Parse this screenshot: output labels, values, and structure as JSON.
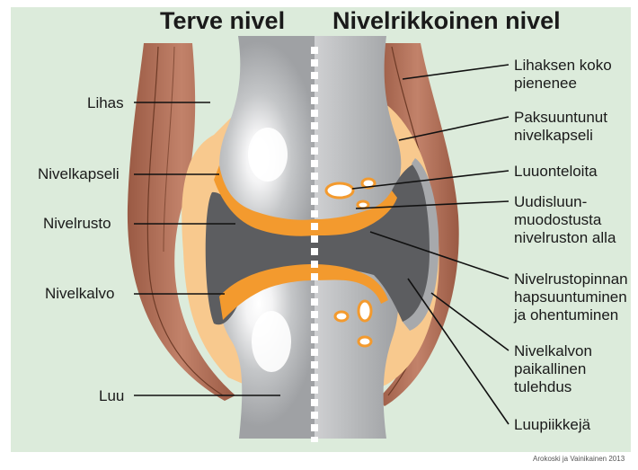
{
  "titles": {
    "healthy": "Terve nivel",
    "diseased": "Nivelrikkoinen nivel"
  },
  "labels_left": {
    "lihas": "Lihas",
    "nivelkapseli": "Nivelkapseli",
    "nivelrusto": "Nivelrusto",
    "nivelkalvo": "Nivelkalvo",
    "luu": "Luu"
  },
  "labels_right": {
    "muscle": [
      "Lihaksen koko",
      "pienenee"
    ],
    "capsule": [
      "Paksuuntunut",
      "nivelkapseli"
    ],
    "cysts": [
      "Luuonteloita"
    ],
    "new_bone": [
      "Uudisluun-",
      "muodostusta",
      "nivelruston alla"
    ],
    "cartilage": [
      "Nivelrustopinnan",
      "hapsuuntuminen",
      "ja ohentuminen"
    ],
    "synovium": [
      "Nivelkalvon",
      "paikallinen",
      "tulehdus"
    ],
    "spurs": [
      "Luupiikkejä"
    ]
  },
  "credit": "Arokoski ja Vainikainen 2013",
  "colors": {
    "background": "#dcebdb",
    "muscle": "#b36f56",
    "muscle_line": "#6e3b27",
    "capsule": "#f8c98e",
    "cartilage": "#f39a2e",
    "bone": "#a7a9ac",
    "bone_highlight": "#ffffff",
    "space": "#5c5d60",
    "divider": "#ffffff"
  }
}
